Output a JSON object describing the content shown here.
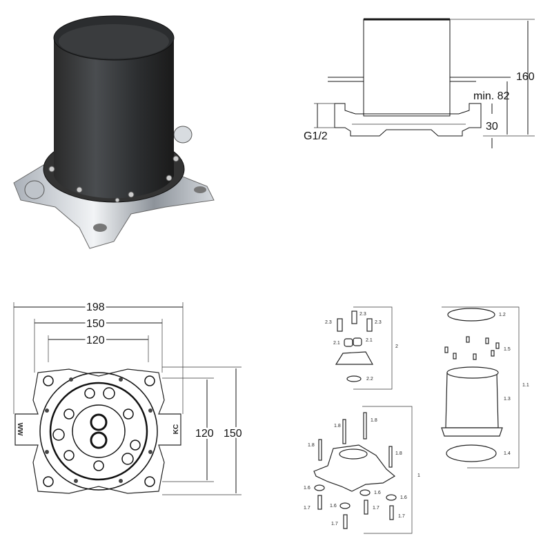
{
  "side_view": {
    "height_total": "160",
    "min_depth": "min. 82",
    "base_height": "30",
    "thread": "G1/2"
  },
  "top_view": {
    "width_outer": "198",
    "width_mid": "150",
    "width_inner": "120",
    "height_inner": "120",
    "height_outer": "150",
    "port_left": "WW",
    "port_right": "KC"
  },
  "exploded": {
    "group_2": "2",
    "screw_2_3": "2.3",
    "plug_2_1": "2.1",
    "seal_2_2": "2.2",
    "group_1_1": "1.1",
    "ring_1_2": "1.2",
    "screw_1_5": "1.5",
    "sleeve_1_3": "1.3",
    "oring_1_4": "1.4",
    "group_1": "1",
    "bolt_1_8": "1.8",
    "washer_1_6": "1.6",
    "anchor_1_7": "1.7"
  }
}
